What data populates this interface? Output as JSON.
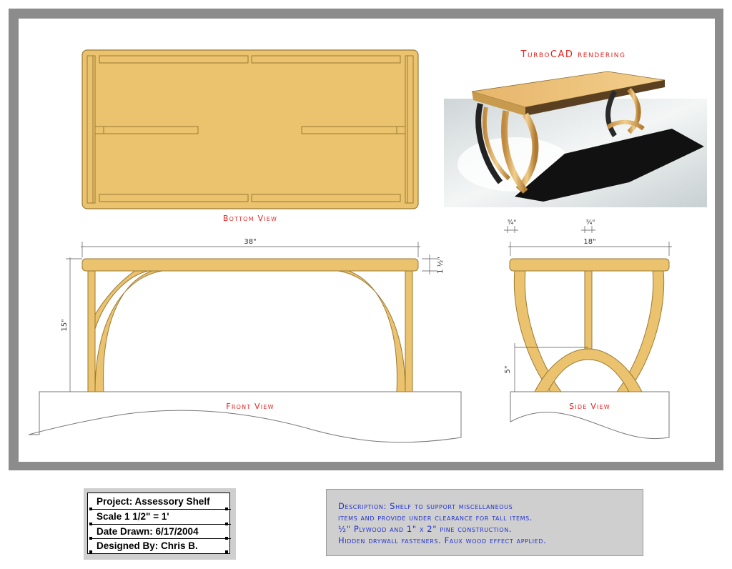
{
  "views": {
    "rendering_title": "TurboCAD rendering",
    "bottom": "Bottom View",
    "front": "Front View",
    "side": "Side View"
  },
  "dimensions": {
    "width": "38\"",
    "depth": "18\"",
    "height": "15\"",
    "top_thickness": "1 ½\"",
    "arch_height": "5\"",
    "left_leg": "¾\"",
    "center_leg": "¾\""
  },
  "title_block": {
    "project": "Project: Assessory Shelf",
    "scale": "Scale 1 1/2\" = 1'",
    "date": "Date Drawn: 6/17/2004",
    "designer": "Designed By: Chris B."
  },
  "description": {
    "lines": [
      "Description: Shelf to support miscellaneous",
      "items and provide under clearance for tall items.",
      "½\" Plywood and 1\" x 2\" pine construction.",
      "Hidden drywall fasteners. Faux wood effect applied."
    ]
  },
  "colors": {
    "wood": "#ebc26d",
    "wood_outline": "#9a7a35",
    "frame": "#8c8c8c",
    "view_label": "#e8231f",
    "description_text": "#2233cc"
  }
}
